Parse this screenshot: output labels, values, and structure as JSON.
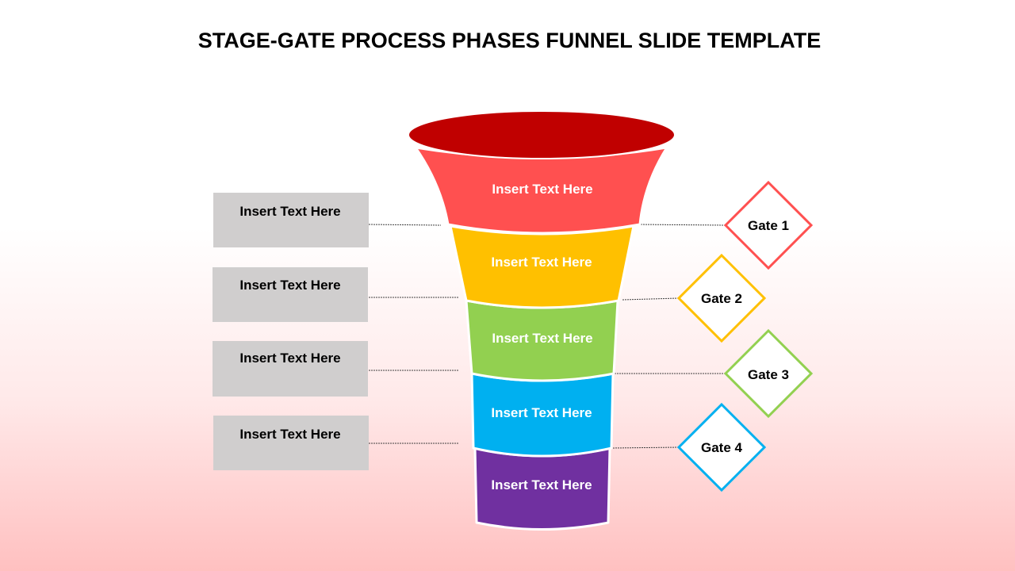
{
  "title": "STAGE-GATE PROCESS PHASES FUNNEL SLIDE TEMPLATE",
  "colors": {
    "rim": "#c00000",
    "stage1": "#ff5050",
    "stage2": "#ffc000",
    "stage3": "#92d050",
    "stage4": "#00b0f0",
    "stage5": "#7030a0",
    "text_box": "#d0cece",
    "gate1": "#ff5050",
    "gate2": "#ffc000",
    "gate3": "#92d050",
    "gate4": "#00b0f0"
  },
  "funnel": {
    "stages": [
      {
        "label": "Insert Text Here"
      },
      {
        "label": "Insert Text Here"
      },
      {
        "label": "Insert Text Here"
      },
      {
        "label": "Insert Text Here"
      },
      {
        "label": "Insert Text Here"
      }
    ]
  },
  "text_boxes": [
    {
      "label": "Insert Text Here"
    },
    {
      "label": "Insert Text Here"
    },
    {
      "label": "Insert Text Here"
    },
    {
      "label": "Insert Text Here"
    }
  ],
  "gates": [
    {
      "label": "Gate 1"
    },
    {
      "label": "Gate 2"
    },
    {
      "label": "Gate 3"
    },
    {
      "label": "Gate 4"
    }
  ]
}
